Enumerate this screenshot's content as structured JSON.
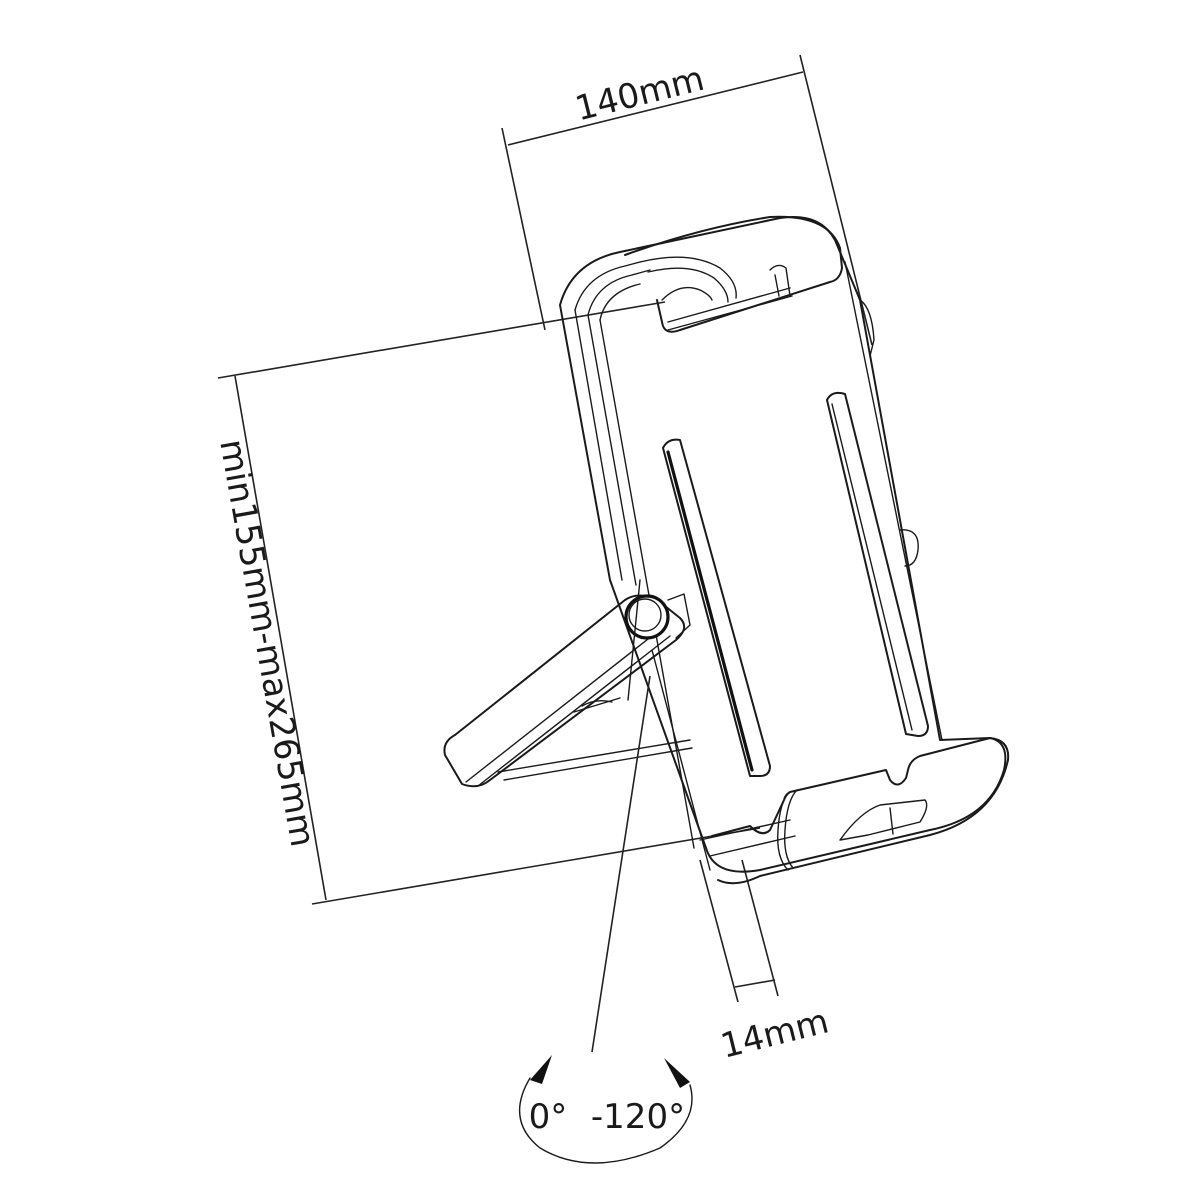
{
  "diagram": {
    "subject": "tablet / phone stand with foldable kickstand",
    "background_color": "#ffffff",
    "line_color": "#1a1a1a",
    "dimensions": {
      "width_label": "140mm",
      "height_range_label": "min155mm-max265mm",
      "depth_label": "14mm"
    },
    "rotation": {
      "start_label": "0°",
      "end_label": "-120°"
    }
  }
}
